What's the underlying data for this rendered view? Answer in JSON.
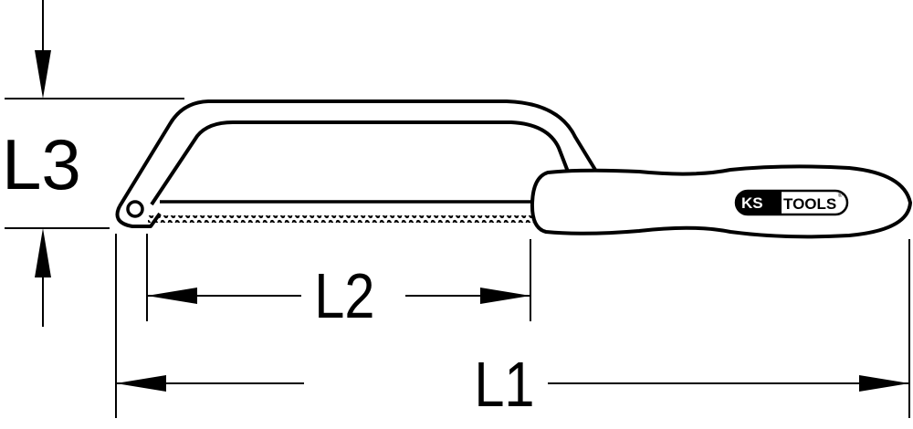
{
  "diagram": {
    "subject": "hacksaw",
    "colors": {
      "line": "#000000",
      "background": "#ffffff"
    },
    "dimensions": {
      "L1": {
        "label": "L1",
        "meaning": "overall length"
      },
      "L2": {
        "label": "L2",
        "meaning": "blade length"
      },
      "L3": {
        "label": "L3",
        "meaning": "frame height"
      }
    },
    "logo": {
      "left": "KS",
      "right": "TOOLS",
      "mark": "®"
    }
  }
}
